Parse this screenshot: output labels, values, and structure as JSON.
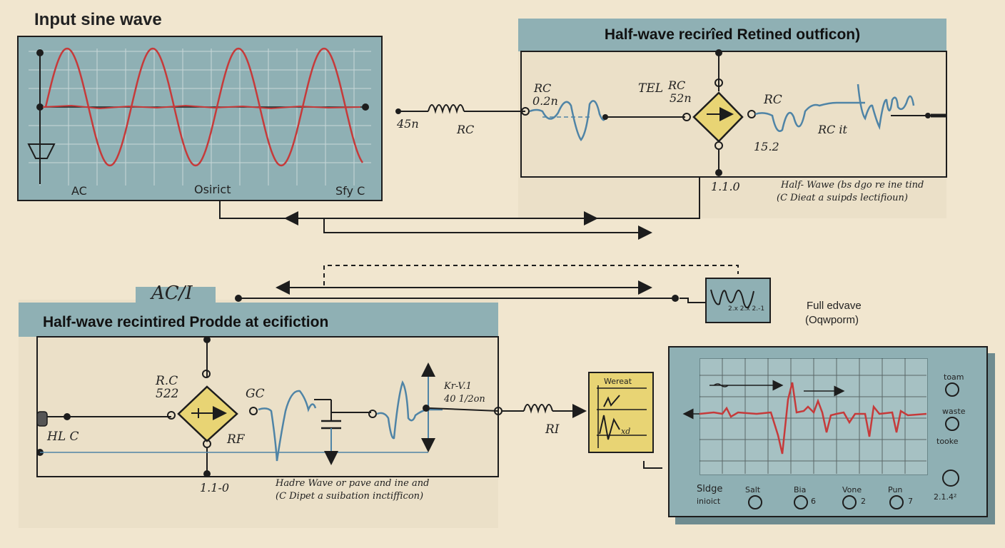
{
  "input_panel": {
    "title": "Input  sine wave",
    "label_ac": "AC",
    "label_osirict": "Osirict",
    "label_sfyc": "Sfy C"
  },
  "top_right_panel": {
    "title": "Half-wave recirîed Retined outficon)",
    "label_rc_02n_a": "RC",
    "label_rc_02n_b": "0.2n",
    "label_45n": "45n",
    "label_rc_left": "RC",
    "label_tel": "TEL",
    "label_rc_52n_a": "RC",
    "label_rc_52n_b": "52n",
    "label_rc_right": "RC",
    "label_rc_it": "RC  it",
    "label_152": "15.2",
    "label_110": "1.1.0",
    "caption_line1": "Half- Wawe  (bs  dgo re ine tind",
    "caption_line2": "(C Dieat  a  suipds  lectifioun)"
  },
  "bottom_left_panel": {
    "tab_label": "AC/I",
    "title": "Half-wave recintired Prodde at ecifiction",
    "label_rc_a": "R.C",
    "label_rc_b": "522",
    "label_gc": "GC",
    "label_rf": "RF",
    "label_hlc": "HL C",
    "label_kr_a": "Kr-V.1",
    "label_kr_b": "40 1/2on",
    "label_ri": "RI",
    "label_110": "1.1-0",
    "caption_line1": "Hadre  Wave  or  pave  and  ine  and",
    "caption_line2": "(C Dipet  a  suibation  inctifficon)"
  },
  "mini_scope": {
    "label": "2.x 2.x 2.-1"
  },
  "full_wave": {
    "line1": "Full edvave",
    "line2": "(Oqwporm)"
  },
  "meter": {
    "title": "Wereat",
    "label_xd": "xd"
  },
  "scope_panel": {
    "label_toam": "toam",
    "label_waste": "waste",
    "label_tooke": "tooke",
    "label_2142": "2.1.4²",
    "label_sldge": "Sldge",
    "label_inioict": "inioict",
    "label_salt": "Salt",
    "label_bia": "Bia",
    "label_6": "6",
    "label_vone": "Vone",
    "label_2": "2",
    "label_pun": "Pun",
    "label_7": "7"
  },
  "colors": {
    "panel_teal": "#8fb0b4",
    "sine_red": "#c63a3a",
    "wave_blue": "#4f84a6",
    "diode_yellow": "#e8d474",
    "paper": "#f1e6cf"
  }
}
